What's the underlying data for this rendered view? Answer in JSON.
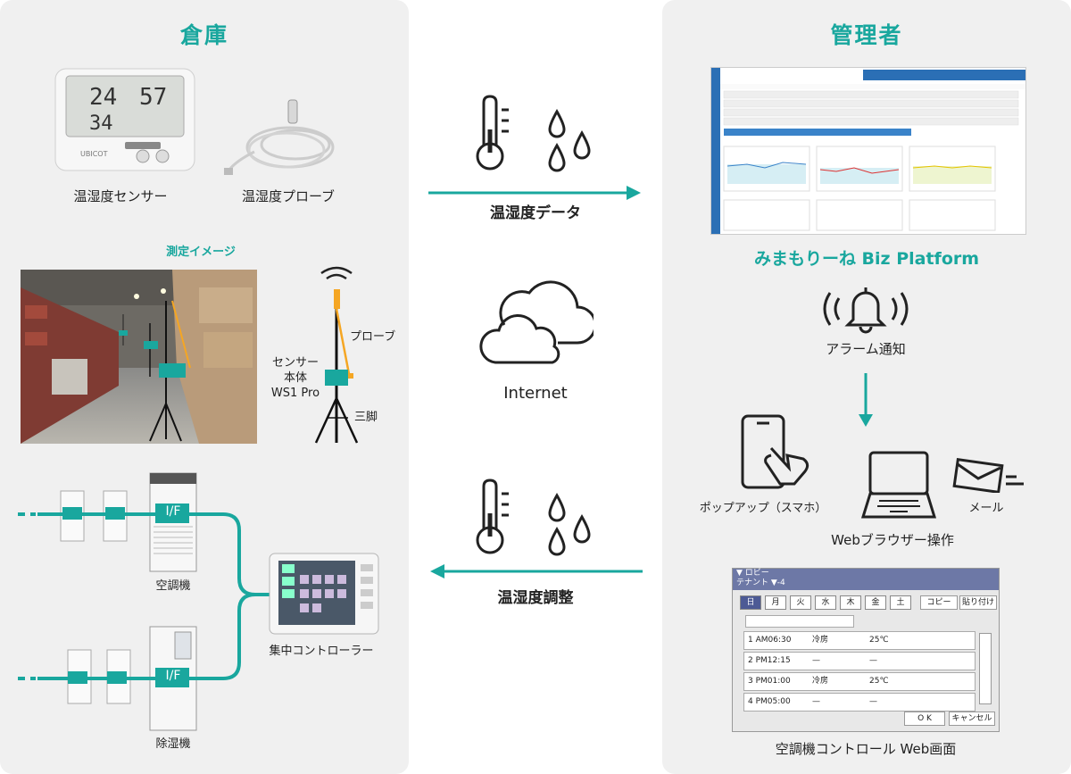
{
  "warehouse": {
    "title": "倉庫",
    "thermo_lcd": {
      "row1_left": "24",
      "row1_right": "57",
      "row2_left": "34",
      "brand": "UBICOT"
    },
    "sensor_label": "温湿度センサー",
    "probe_label": "温湿度プローブ",
    "measure_title": "測定イメージ",
    "tripod_labels": {
      "probe": "プローブ",
      "sensor_body": "センサー\n本体\nWS1 Pro",
      "tripod": "三脚"
    },
    "hvac": {
      "if_label": "I/F",
      "aircon_label": "空調機",
      "dehumid_label": "除湿機",
      "controller_label": "集中コントローラー"
    }
  },
  "center": {
    "top_arrow_label": "温湿度データ",
    "internet_label": "Internet",
    "bottom_arrow_label": "温湿度調整"
  },
  "admin": {
    "title": "管理者",
    "platform_label": "みまもりーね Biz Platform",
    "alarm_label": "アラーム通知",
    "popup_label": "ポップアップ（スマホ）",
    "mail_label": "メール",
    "browser_label": "Webブラウザー操作",
    "webui_caption": "空調機コントロール Web画面",
    "webui": {
      "header_line1": "▼ ロビー",
      "header_line2": "テナント  ▼-4",
      "days": [
        "日",
        "月",
        "火",
        "水",
        "木",
        "金",
        "土"
      ],
      "copy_btn": "コピー",
      "paste_btn": "貼り付け",
      "rows": [
        {
          "name": "1 AM06:30",
          "mode": "冷房",
          "temp": "25℃"
        },
        {
          "name": "2 PM12:15",
          "mode": "—",
          "temp": "—"
        },
        {
          "name": "3 PM01:00",
          "mode": "冷房",
          "temp": "25℃"
        },
        {
          "name": "4 PM05:00",
          "mode": "—",
          "temp": "—"
        }
      ],
      "ok_btn": "O K",
      "cancel_btn": "キャンセル"
    }
  },
  "colors": {
    "teal": "#19a79e",
    "orange": "#f5a623",
    "panel_bg": "#f0f0f0",
    "arrow": "#19a79e"
  }
}
